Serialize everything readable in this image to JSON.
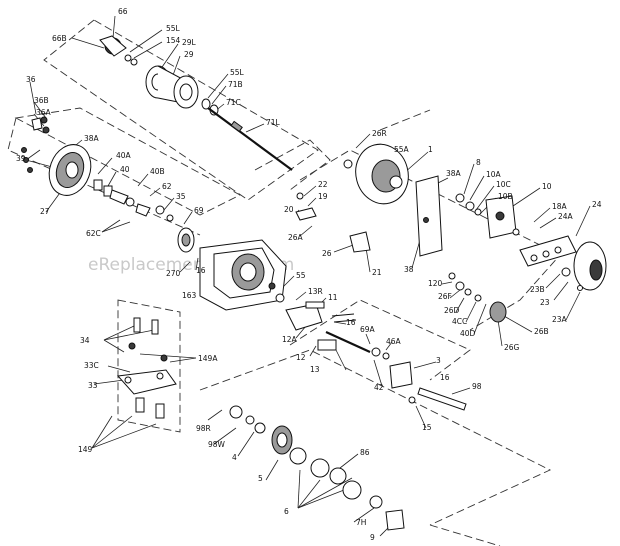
{
  "watermark": "eReplacementParts.com",
  "labels": [
    "66",
    "66B",
    "55L",
    "154",
    "29L",
    "29",
    "55L",
    "71B",
    "71C",
    "71L",
    "36",
    "36B",
    "36A",
    "38A",
    "39",
    "27",
    "40A",
    "40",
    "40B",
    "62",
    "62C",
    "35",
    "69",
    "270",
    "16",
    "163",
    "55",
    "13R",
    "11",
    "12A",
    "16",
    "12",
    "13",
    "69A",
    "46A",
    "42",
    "3",
    "16",
    "98",
    "15",
    "26R",
    "55A",
    "1",
    "22",
    "19",
    "20",
    "26A",
    "26",
    "21",
    "38A",
    "38",
    "8",
    "10A",
    "10C",
    "10B",
    "10",
    "18A",
    "24A",
    "24",
    "23B",
    "23",
    "23A",
    "120",
    "26F",
    "26D",
    "4CC",
    "40D",
    "26G",
    "26B",
    "34",
    "33C",
    "149A",
    "33",
    "149",
    "98R",
    "98W",
    "4",
    "5",
    "86",
    "6",
    "7H",
    "9"
  ]
}
